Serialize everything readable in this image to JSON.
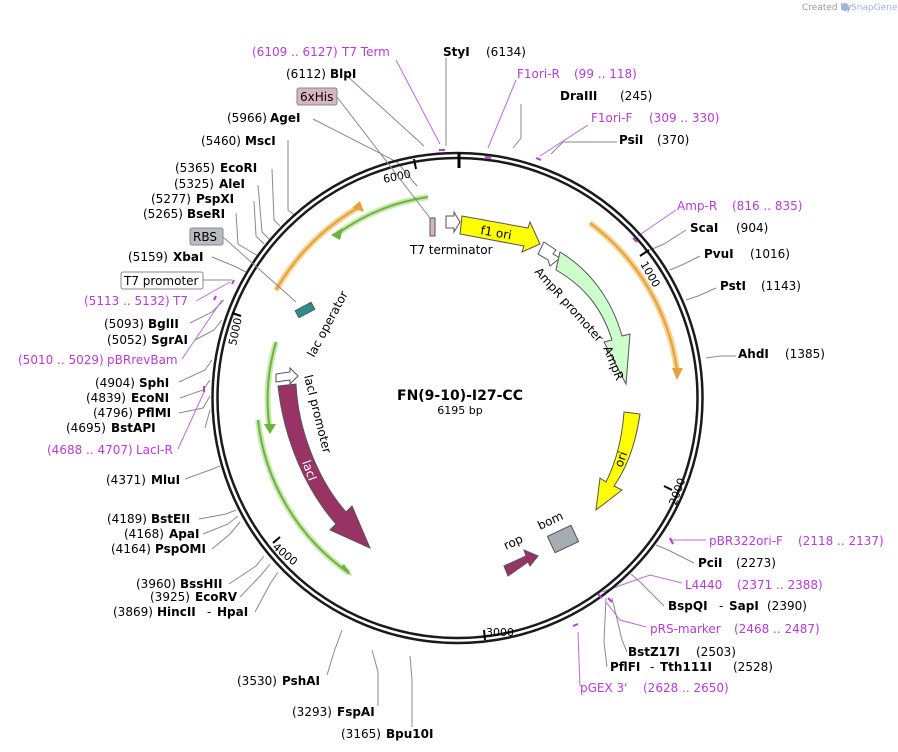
{
  "credit": {
    "prefix": "Created by",
    "brand": "SnapGene"
  },
  "plasmid": {
    "name": "FN(9-10)-I27-CC",
    "size": "6195 bp"
  },
  "ticks": [
    "1000",
    "2000",
    "3000",
    "4000",
    "5000",
    "6000"
  ],
  "features": {
    "f1_ori": "f1 ori",
    "ampr_promoter": "AmpR promoter",
    "ampr": "AmpR",
    "ori": "ori",
    "rop": "rop",
    "bom": "bom",
    "laci": "lacI",
    "laci_promoter": "lacI promoter",
    "lac_operator": "lac operator",
    "t7_terminator": "T7 terminator"
  },
  "boxed_labels": {
    "his": "6xHis",
    "rbs": "RBS",
    "t7_promoter": "T7 promoter"
  },
  "sites_right": [
    {
      "name": "StyI",
      "pos": "(6134)"
    },
    {
      "name": "DraIII",
      "pos": "(245)"
    },
    {
      "name": "PsiI",
      "pos": "(370)"
    },
    {
      "name": "ScaI",
      "pos": "(904)"
    },
    {
      "name": "PvuI",
      "pos": "(1016)"
    },
    {
      "name": "PstI",
      "pos": "(1143)"
    },
    {
      "name": "AhdI",
      "pos": "(1385)"
    },
    {
      "name": "PciI",
      "pos": "(2273)"
    },
    {
      "name": "BspQI",
      "sep": "-",
      "name2": "SapI",
      "pos": "(2390)"
    },
    {
      "name": "BstZ17I",
      "pos": "(2503)"
    },
    {
      "name": "PflFI",
      "sep": "-",
      "name2": "Tth111I",
      "pos": "(2528)"
    }
  ],
  "sites_left": [
    {
      "pos": "(6112)",
      "name": "BlpI"
    },
    {
      "pos": "(5966)",
      "name": "AgeI"
    },
    {
      "pos": "(5460)",
      "name": "MscI"
    },
    {
      "pos": "(5365)",
      "name": "EcoRI"
    },
    {
      "pos": "(5325)",
      "name": "AleI"
    },
    {
      "pos": "(5277)",
      "name": "PspXI"
    },
    {
      "pos": "(5265)",
      "name": "BseRI"
    },
    {
      "pos": "(5159)",
      "name": "XbaI"
    },
    {
      "pos": "(5093)",
      "name": "BglII"
    },
    {
      "pos": "(5052)",
      "name": "SgrAI"
    },
    {
      "pos": "(4904)",
      "name": "SphI"
    },
    {
      "pos": "(4839)",
      "name": "EcoNI"
    },
    {
      "pos": "(4796)",
      "name": "PflMI"
    },
    {
      "pos": "(4695)",
      "name": "BstAPI"
    },
    {
      "pos": "(4371)",
      "name": "MluI"
    },
    {
      "pos": "(4189)",
      "name": "BstEII"
    },
    {
      "pos": "(4168)",
      "name": "ApaI"
    },
    {
      "pos": "(4164)",
      "name": "PspOMI"
    },
    {
      "pos": "(3960)",
      "name": "BssHII"
    },
    {
      "pos": "(3925)",
      "name": "EcoRV"
    },
    {
      "pos": "(3869)",
      "name": "HincII",
      "sep": "-",
      "name2": "HpaI"
    },
    {
      "pos": "(3530)",
      "name": "PshAI"
    },
    {
      "pos": "(3293)",
      "name": "FspAI"
    },
    {
      "pos": "(3165)",
      "name": "Bpu10I"
    }
  ],
  "primers_right": [
    {
      "name": "F1ori-R",
      "range": "(99 .. 118)"
    },
    {
      "name": "F1ori-F",
      "range": "(309 .. 330)"
    },
    {
      "name": "Amp-R",
      "range": "(816 .. 835)"
    },
    {
      "name": "pBR322ori-F",
      "range": "(2118 .. 2137)"
    },
    {
      "name": "L4440",
      "range": "(2371 .. 2388)"
    },
    {
      "name": "pRS-marker",
      "range": "(2468 .. 2487)"
    },
    {
      "name": "pGEX 3'",
      "range": "(2628 .. 2650)"
    }
  ],
  "primers_left": [
    {
      "range": "(6109 .. 6127)",
      "name": "T7 Term"
    },
    {
      "range": "(5113 .. 5132)",
      "name": "T7"
    },
    {
      "range": "(5010 .. 5029)",
      "name": "pBRrevBam"
    },
    {
      "range": "(4688 .. 4707)",
      "name": "LacI-R"
    }
  ],
  "colors": {
    "backbone": "#1a1a1a",
    "primer": "#b63cd4",
    "f1_ori": "#ffff00",
    "ori": "#ffff00",
    "ampr": "#ccffcc",
    "laci": "#993366",
    "rop": "#993366",
    "bom": "#a6acb3",
    "orf_arrow_orange": "#e7a13b",
    "orf_arrow_green": "#6db33f",
    "lac_operator": "#2e8c8c",
    "his_box": "#d9b3c6",
    "rbs_box": "#b8bcc2"
  }
}
